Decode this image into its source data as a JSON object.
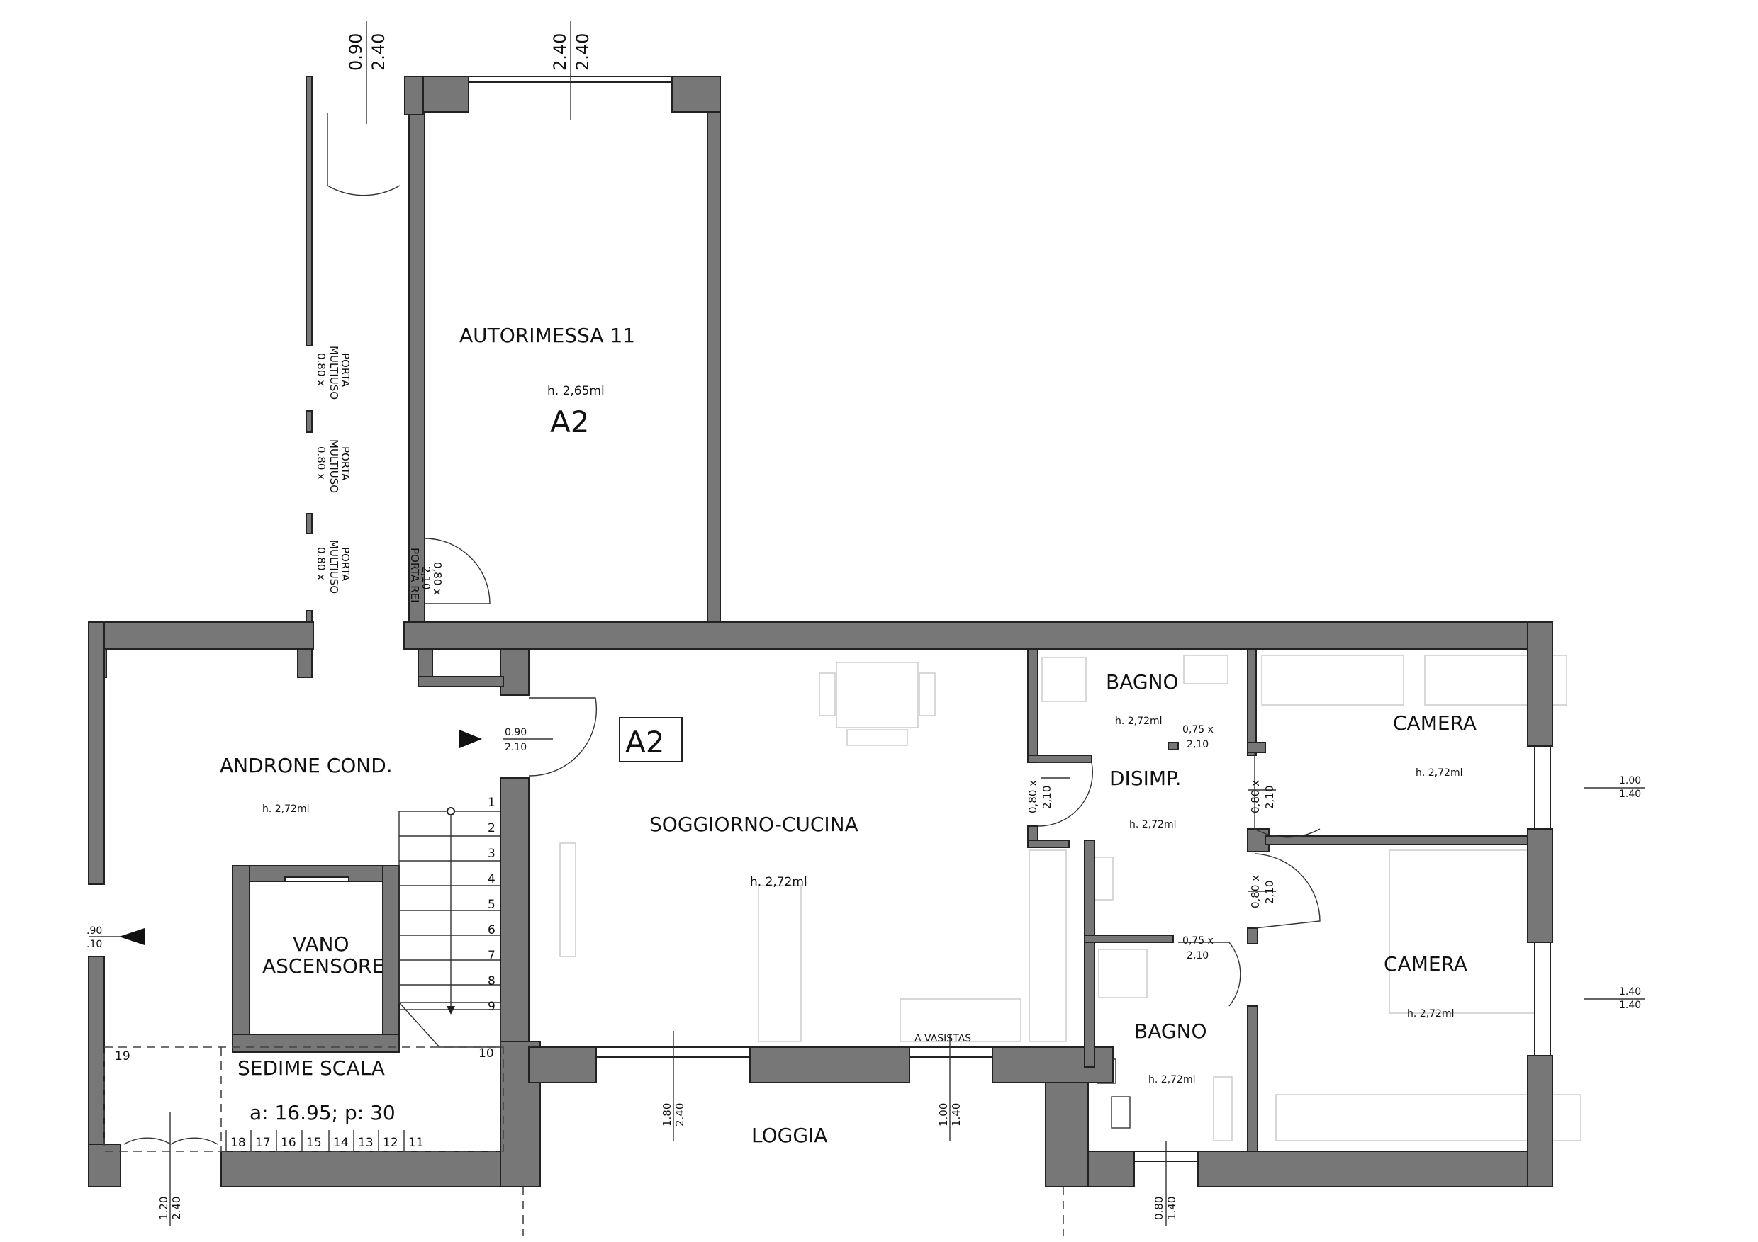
{
  "rooms": {
    "autorimessa": {
      "name": "AUTORIMESSA 11",
      "height": "h. 2,65ml",
      "code": "A2"
    },
    "androne": {
      "name": "ANDRONE COND.",
      "height": "h. 2,72ml"
    },
    "vano": {
      "line1": "VANO",
      "line2": "ASCENSORE"
    },
    "sedime": {
      "name": "SEDIME SCALA",
      "stair_spec": "a: 16.95; p: 30"
    },
    "soggiorno": {
      "name": "SOGGIORNO-CUCINA",
      "height": "h. 2,72ml"
    },
    "bagno_top": {
      "name": "BAGNO",
      "height": "h. 2,72ml"
    },
    "disimp": {
      "name": "DISIMP.",
      "height": "h. 2,72ml"
    },
    "bagno_bottom": {
      "name": "BAGNO",
      "height": "h. 2,72ml"
    },
    "camera_top": {
      "name": "CAMERA",
      "height": "h. 2,72ml"
    },
    "camera_bottom": {
      "name": "CAMERA",
      "height": "h. 2,72ml"
    },
    "loggia": {
      "name": "LOGGIA"
    }
  },
  "unit_label": "A2",
  "stair_numbers": [
    "1",
    "2",
    "3",
    "4",
    "5",
    "6",
    "7",
    "8",
    "9",
    "10",
    "11",
    "12",
    "13",
    "14",
    "15",
    "16",
    "17",
    "18",
    "19"
  ],
  "doors": {
    "multiuso_word1": "PORTA",
    "multiuso_word2": "MULTIUSO",
    "multiuso_size": "0.80 x",
    "rei_size1": "0,80 x",
    "rei_size2": "2,10",
    "rei_label": "PORTA REI",
    "entry_w": "0.90",
    "entry_h": "2.10",
    "bagno_top_w": "0,75 x",
    "bagno_top_h": "2,10",
    "bagno_bottom_w": "0,75 x",
    "bagno_bottom_h": "2,10",
    "disimp_left_w": "0,80 x",
    "disimp_left_h": "2,10",
    "camera_top_w": "0,80 x",
    "camera_top_h": "2,10",
    "camera_bottom_w": "0,80 x",
    "camera_bottom_h": "2,10",
    "left_entry_w": ".90",
    "left_entry_h": ".10"
  },
  "openings": {
    "top_pedestrian_w": "0.90",
    "top_pedestrian_h": "2.40",
    "top_garage_w": "2.40",
    "top_garage_h": "2.40",
    "right_camera_top_w": "1.00",
    "right_camera_top_h": "1.40",
    "right_camera_bottom_w": "1.40",
    "right_camera_bottom_h": "1.40",
    "bottom_entry_w": "1.20",
    "bottom_entry_h": "2.40",
    "loggia_left_w": "1.80",
    "loggia_left_h": "2.40",
    "loggia_right_w": "1.00",
    "loggia_right_h": "1.40",
    "bagno_window_w": "0.80",
    "bagno_window_h": "1.40",
    "vasistas_label": "A VASISTAS"
  }
}
